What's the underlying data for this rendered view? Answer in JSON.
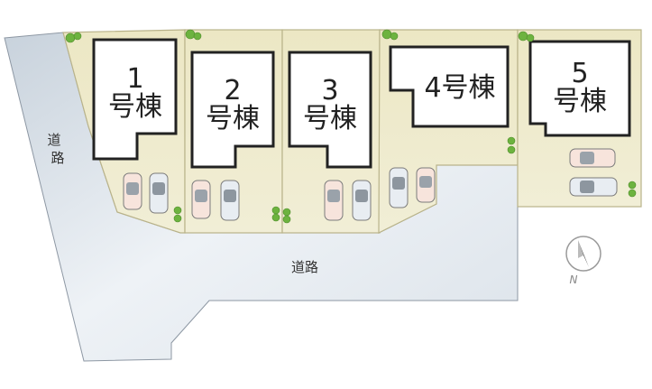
{
  "roads": {
    "side": {
      "label_top": "道",
      "label_bottom": "路"
    },
    "main": {
      "label": "道路"
    }
  },
  "buildings": [
    {
      "num": "1",
      "suffix": "号棟"
    },
    {
      "num": "2",
      "suffix": "号棟"
    },
    {
      "num": "3",
      "suffix": "号棟"
    },
    {
      "num": "4",
      "suffix": "号棟"
    },
    {
      "num": "5",
      "suffix": "号棟"
    }
  ],
  "compass": {
    "label": "N"
  },
  "colors": {
    "lot_fill": "#ede9c9",
    "lot_edge": "#b9b38a",
    "road": "#e6ecf1",
    "road_edge": "#8d97a3",
    "building_fill": "#ffffff",
    "building_stroke": "#222222",
    "tree": "#6db33f"
  }
}
